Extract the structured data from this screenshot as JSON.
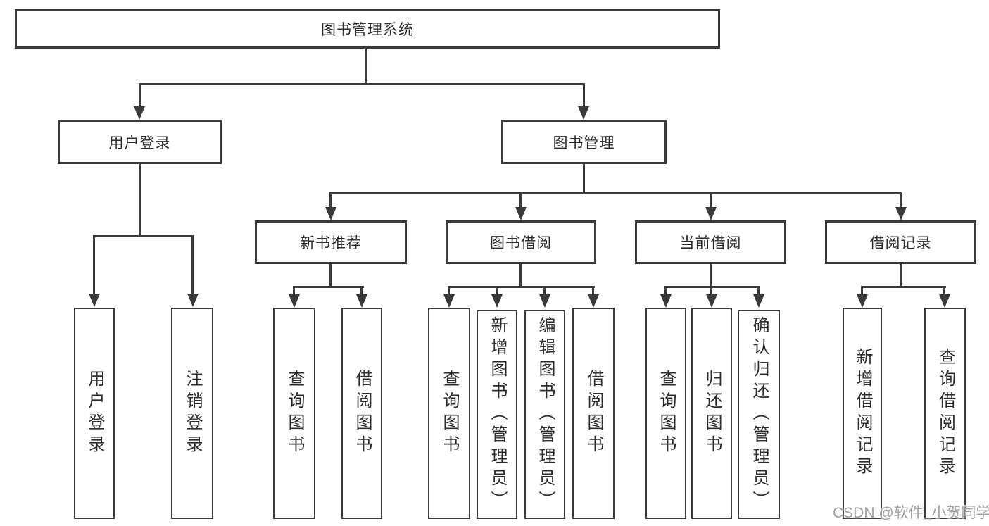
{
  "colors": {
    "bg": "#ffffff",
    "line": "#3a3a3a",
    "text": "#2d2d2d",
    "watermark": "#a0a0a4"
  },
  "diagram": {
    "root": {
      "label": "图书管理系统"
    },
    "branches": [
      {
        "label": "用户登录",
        "children": [
          {
            "label": "用户登录"
          },
          {
            "label": "注销登录"
          }
        ]
      },
      {
        "label": "图书管理",
        "children": [
          {
            "label": "新书推荐",
            "children": [
              {
                "label": "查询图书"
              },
              {
                "label": "借阅图书"
              }
            ]
          },
          {
            "label": "图书借阅",
            "children": [
              {
                "label": "查询图书"
              },
              {
                "label": "新增图书（管理员）"
              },
              {
                "label": "编辑图书（管理员）"
              },
              {
                "label": "借阅图书"
              }
            ]
          },
          {
            "label": "当前借阅",
            "children": [
              {
                "label": "查询图书"
              },
              {
                "label": "归还图书"
              },
              {
                "label": "确认归还（管理员）"
              }
            ]
          },
          {
            "label": "借阅记录",
            "children": [
              {
                "label": "新增借阅记录"
              },
              {
                "label": "查询借阅记录"
              }
            ]
          }
        ]
      }
    ]
  },
  "watermark": {
    "text": "CSDN @软件_小贺同学"
  }
}
